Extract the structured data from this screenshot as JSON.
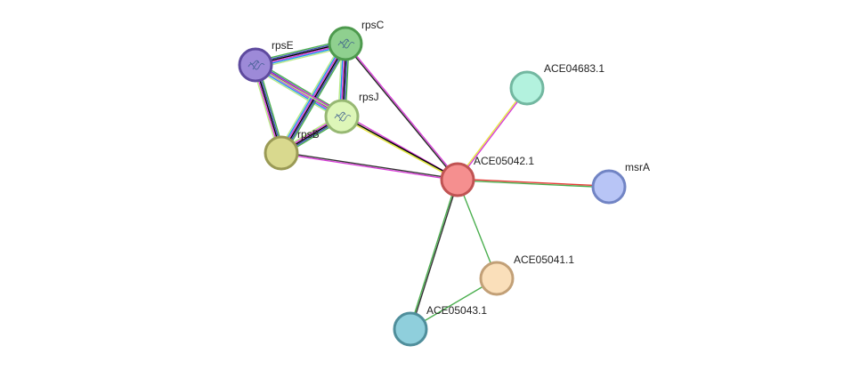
{
  "network": {
    "nodes": [
      {
        "id": "rpsC",
        "label": "rpsC",
        "fill": "#8fd08f",
        "stroke": "#4e9a4e",
        "has_structure": true
      },
      {
        "id": "rpsE",
        "label": "rpsE",
        "fill": "#9d8ad8",
        "stroke": "#5e4a9e",
        "has_structure": true
      },
      {
        "id": "rpsJ",
        "label": "rpsJ",
        "fill": "#ddf6b8",
        "stroke": "#97b873",
        "has_structure": true
      },
      {
        "id": "rpsB",
        "label": "rpsB",
        "fill": "#d9d98e",
        "stroke": "#9a9a55",
        "has_structure": false
      },
      {
        "id": "ACE05042",
        "label": "ACE05042.1",
        "fill": "#f58f8f",
        "stroke": "#c05353",
        "has_structure": false
      },
      {
        "id": "ACE04683",
        "label": "ACE04683.1",
        "fill": "#b3f2de",
        "stroke": "#72b7a0",
        "has_structure": false
      },
      {
        "id": "msrA",
        "label": "msrA",
        "fill": "#b8c5f6",
        "stroke": "#7184c4",
        "has_structure": false
      },
      {
        "id": "ACE05041",
        "label": "ACE05041.1",
        "fill": "#fadfba",
        "stroke": "#c2a077",
        "has_structure": false
      },
      {
        "id": "ACE05043",
        "label": "ACE05043.1",
        "fill": "#8fcfdc",
        "stroke": "#4f8e9b",
        "has_structure": false
      }
    ],
    "edges": [
      {
        "source": "rpsE",
        "target": "rpsC",
        "colors": [
          "#4caf50",
          "#3f51b5",
          "#000000",
          "#d63dd6",
          "#2196f3",
          "#b8e986"
        ]
      },
      {
        "source": "rpsE",
        "target": "rpsJ",
        "colors": [
          "#4caf50",
          "#3f51b5",
          "#000000",
          "#d63dd6",
          "#2196f3",
          "#b8e986"
        ]
      },
      {
        "source": "rpsE",
        "target": "rpsB",
        "colors": [
          "#4caf50",
          "#3f51b5",
          "#000000",
          "#d63dd6",
          "#b8e986"
        ]
      },
      {
        "source": "rpsC",
        "target": "rpsJ",
        "colors": [
          "#4caf50",
          "#3f51b5",
          "#000000",
          "#d63dd6",
          "#2196f3",
          "#b8e986"
        ]
      },
      {
        "source": "rpsC",
        "target": "rpsB",
        "colors": [
          "#4caf50",
          "#3f51b5",
          "#000000",
          "#d63dd6",
          "#2196f3",
          "#b8e986"
        ]
      },
      {
        "source": "rpsJ",
        "target": "rpsB",
        "colors": [
          "#4caf50",
          "#3f51b5",
          "#000000",
          "#d63dd6",
          "#b8e986"
        ]
      },
      {
        "source": "rpsE",
        "target": "ACE05042",
        "colors": [
          "#d63dd6",
          "#b8e986"
        ]
      },
      {
        "source": "rpsC",
        "target": "ACE05042",
        "colors": [
          "#d63dd6",
          "#222222"
        ]
      },
      {
        "source": "rpsJ",
        "target": "ACE05042",
        "colors": [
          "#000000",
          "#e6e640"
        ]
      },
      {
        "source": "rpsB",
        "target": "ACE05042",
        "colors": [
          "#333333",
          "#d63dd6"
        ]
      },
      {
        "source": "ACE05042",
        "target": "ACE04683",
        "colors": [
          "#e6e640",
          "#d63dd6"
        ]
      },
      {
        "source": "ACE05042",
        "target": "msrA",
        "colors": [
          "#e53935",
          "#4caf50"
        ]
      },
      {
        "source": "ACE05042",
        "target": "ACE05041",
        "colors": [
          "#4caf50"
        ]
      },
      {
        "source": "ACE05042",
        "target": "ACE05043",
        "colors": [
          "#333333",
          "#4caf50"
        ]
      },
      {
        "source": "ACE05041",
        "target": "ACE05043",
        "colors": [
          "#4caf50"
        ]
      }
    ]
  }
}
